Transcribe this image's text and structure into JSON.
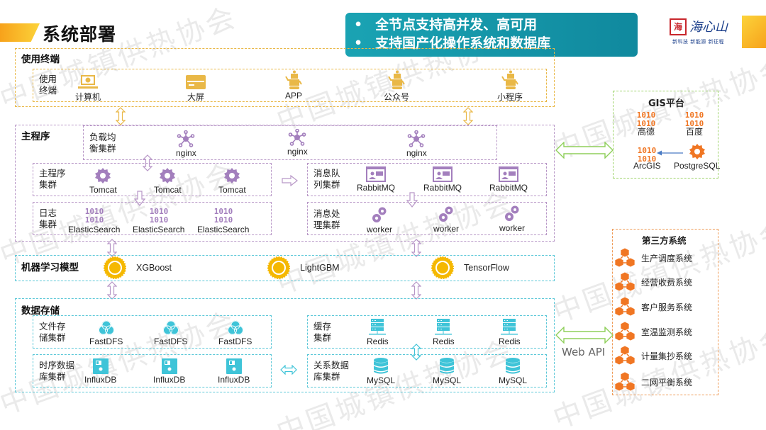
{
  "header": {
    "title": "系统部署",
    "banner_points": [
      "全节点支持高并发、高可用",
      "支持国产化操作系统和数据库"
    ],
    "bullet": "•",
    "logo": {
      "seal": "海",
      "name": "海心山",
      "slogan": "新科技 新能源 新征程"
    }
  },
  "watermark": "中国城镇供热协会",
  "terminals": {
    "section_label": "使用终端",
    "group_label_1": "使用",
    "group_label_2": "终端",
    "items": [
      {
        "label": "计算机",
        "icon": "laptop-icon"
      },
      {
        "label": "大屏",
        "icon": "screen-icon"
      },
      {
        "label": "APP",
        "icon": "robot-icon"
      },
      {
        "label": "公众号",
        "icon": "robot-icon"
      },
      {
        "label": "小程序",
        "icon": "robot-icon"
      }
    ]
  },
  "main_program": {
    "section_label": "主程序",
    "lb": {
      "label_1": "负载均",
      "label_2": "衡集群",
      "items": [
        "nginx",
        "nginx",
        "nginx"
      ]
    },
    "app": {
      "label_1": "主程序",
      "label_2": "集群",
      "items": [
        "Tomcat",
        "Tomcat",
        "Tomcat"
      ]
    },
    "log": {
      "label_1": "日志",
      "label_2": "集群",
      "items": [
        "ElasticSearch",
        "ElasticSearch",
        "ElasticSearch"
      ]
    },
    "mq": {
      "label_1": "消息队",
      "label_2": "列集群",
      "items": [
        "RabbitMQ",
        "RabbitMQ",
        "RabbitMQ"
      ]
    },
    "worker": {
      "label_1": "消息处",
      "label_2": "理集群",
      "items": [
        "worker",
        "worker",
        "worker"
      ]
    }
  },
  "ml": {
    "section_label": "机器学习模型",
    "items": [
      "XGBoost",
      "LightGBM",
      "TensorFlow"
    ]
  },
  "storage": {
    "section_label": "数据存储",
    "file": {
      "label_1": "文件存",
      "label_2": "储集群",
      "items": [
        "FastDFS",
        "FastDFS",
        "FastDFS"
      ]
    },
    "tsdb": {
      "label_1": "时序数据",
      "label_2": "库集群",
      "items": [
        "InfluxDB",
        "InfluxDB",
        "InfluxDB"
      ]
    },
    "cache": {
      "label_1": "缓存",
      "label_2": "集群",
      "items": [
        "Redis",
        "Redis",
        "Redis"
      ]
    },
    "rdb": {
      "label_1": "关系数据",
      "label_2": "库集群",
      "items": [
        "MySQL",
        "MySQL",
        "MySQL"
      ]
    }
  },
  "gis": {
    "title": "GIS平台",
    "items": [
      "高德",
      "百度",
      "ArcGIS",
      "PostgreSQL"
    ]
  },
  "web_api_label": "Web API",
  "third_party": {
    "title": "第三方系统",
    "items": [
      "生产调度系统",
      "经营收费系统",
      "客户服务系统",
      "室温监测系统",
      "计量集抄系统",
      "二网平衡系统"
    ]
  },
  "colors": {
    "terminal": "#e9b847",
    "main": "#b897c7",
    "storage": "#5cc8d8",
    "gis": "#9ed36a",
    "third_party": "#ef9a55",
    "ml_gear": "#f5b800",
    "banner": "#1aa3b3"
  }
}
